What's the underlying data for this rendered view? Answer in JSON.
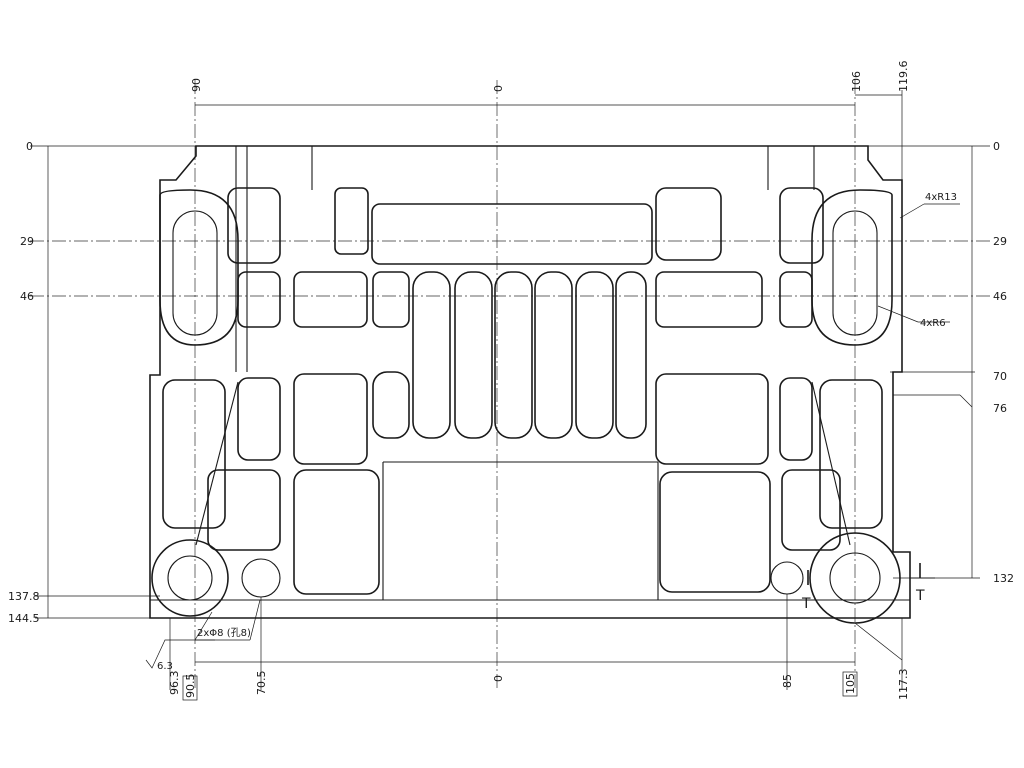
{
  "top_dims": {
    "left": "90",
    "center": "0",
    "right": "106",
    "far_right": "119.6"
  },
  "left_dims": {
    "d0": "0",
    "d29": "29",
    "d46": "46",
    "d137": "137.8",
    "d144": "144.5"
  },
  "right_dims": {
    "d0": "0",
    "d29": "29",
    "d46": "46",
    "d70": "70",
    "d76": "76",
    "d132": "132"
  },
  "bottom_dims": {
    "a": "96.3",
    "b": "90.5",
    "c": "70.5",
    "center": "0",
    "d": "85",
    "e": "105",
    "f": "117.3"
  },
  "notes": {
    "radius_large": "4xR13",
    "radius_small": "4xR6",
    "holes": "2xΦ8 (孔8)",
    "roughness": "6.3",
    "section_mark": "T"
  }
}
